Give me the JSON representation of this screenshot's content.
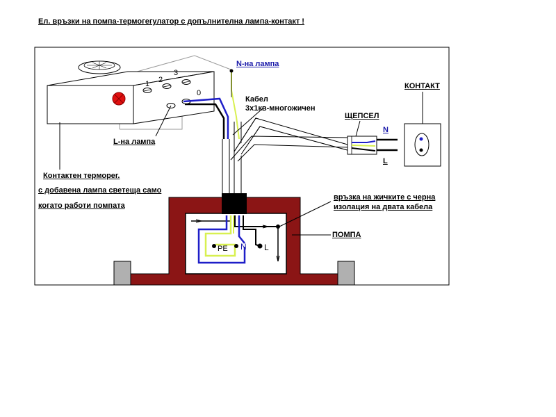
{
  "title": "Ел. връзки на помпа-термогегулатор с допълнителна лампа-контакт !",
  "labels": {
    "n_lamp": "N-на лампа",
    "l_lamp": "L-на лампа",
    "cable_line1": "Кабел",
    "cable_line2": "3х1кв-многожичен",
    "plug": "ЩЕПСЕЛ",
    "socket": "КОНТАКТ",
    "plug_n": "N",
    "plug_l": "L",
    "thermo_line1": "Контактен терморег.",
    "thermo_line2": "с добавена лампа светеща само",
    "thermo_line3": "когато работи помпата",
    "wire_note_line1": "връзка на жичките с черна",
    "wire_note_line2": "изолация на двата кабела",
    "pump": "ПОМПА",
    "term_1": "1",
    "term_2": "2",
    "term_3": "3",
    "term_0": "0",
    "pump_pe": "PE",
    "pump_n": "N",
    "pump_l": "L"
  },
  "colors": {
    "pump_body": "#8b1515",
    "wire_blue": "#1e1ec8",
    "wire_yellow_green": "#d8f050",
    "wire_black": "#000000",
    "lamp_red": "#e01010",
    "cable_outer": "#ffffff",
    "frame": "#000000",
    "support_gray": "#b0b0b0"
  }
}
